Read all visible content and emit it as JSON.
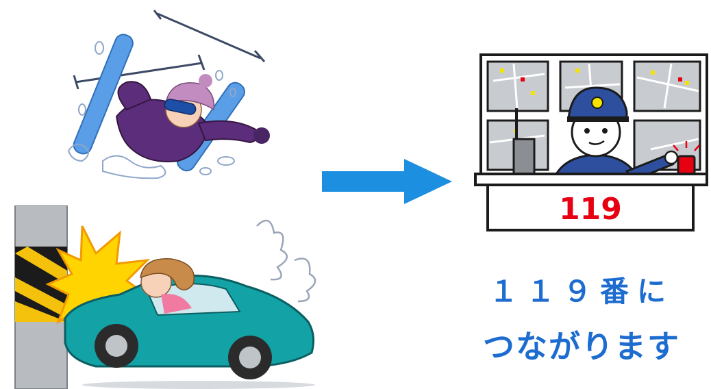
{
  "caption": {
    "line1": "１１９番に",
    "line2": "つながります"
  },
  "dispatch": {
    "desk_number": "119"
  },
  "colors": {
    "caption_text": "#1d6cd0",
    "arrow": "#1d8fe0",
    "desk_number": "#e60012",
    "car_body": "#13a3a6",
    "ski": "#5b9ee8",
    "skier_suit": "#5b2d7a",
    "helmet": "#1e4fa6"
  },
  "icons": [
    "skier-crash-icon",
    "car-crash-icon",
    "arrow-right-icon",
    "dispatcher-icon"
  ]
}
